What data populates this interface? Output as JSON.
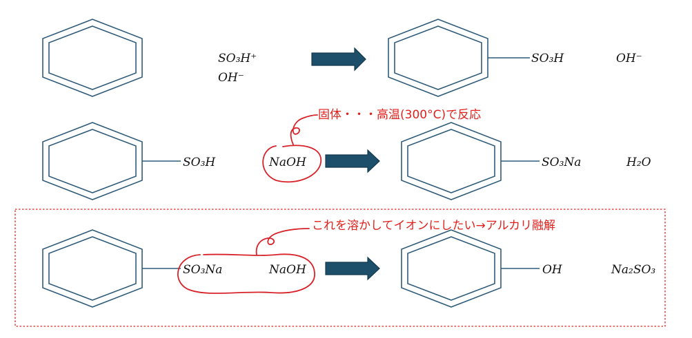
{
  "colors": {
    "ring": "#2f5b7a",
    "arrow": "#1e4f6a",
    "annotation": "#e0211c",
    "text": "#111111"
  },
  "row1": {
    "reagent_line1": "SO₃H⁺",
    "reagent_line2": "OH⁻",
    "product": "SO₃H",
    "byproduct": "OH⁻"
  },
  "row2": {
    "substituent": "SO₃H",
    "reagent": "NaOH",
    "product": "SO₃Na",
    "byproduct": "H₂O",
    "note": "固体・・・高温(300°C)で反応"
  },
  "row3": {
    "substituent": "SO₃Na",
    "reagent": "NaOH",
    "product": "OH",
    "byproduct": "Na₂SO₃",
    "note": "これを溶かしてイオンにしたい→アルカリ融解"
  }
}
